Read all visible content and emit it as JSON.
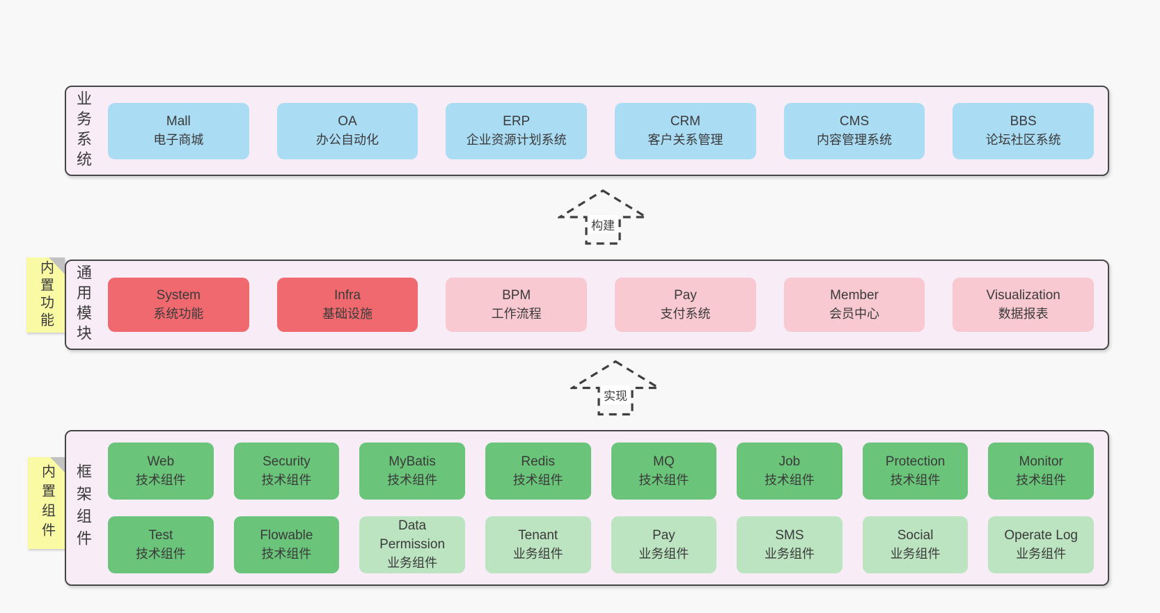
{
  "colors": {
    "pageBg": "#f8f8f8",
    "containerBg": "#f8edf6",
    "border": "#464646",
    "text": "#3a3a3a",
    "blue": "#aadcf4",
    "red": "#f0696e",
    "pink": "#f9c9d2",
    "green": "#6ac479",
    "lightgreen": "#bce4c0",
    "yellow": "#fafaa5",
    "fold": "#c2c2c2",
    "arrow": "#3f3f3f"
  },
  "arrows": [
    {
      "label": "构建"
    },
    {
      "label": "实现"
    }
  ],
  "layers": [
    {
      "label": "业务系统",
      "boxes": [
        {
          "name": "Mall",
          "desc": "电子商城"
        },
        {
          "name": "OA",
          "desc": "办公自动化"
        },
        {
          "name": "ERP",
          "desc": "企业资源计划系统"
        },
        {
          "name": "CRM",
          "desc": "客户关系管理"
        },
        {
          "name": "CMS",
          "desc": "内容管理系统"
        },
        {
          "name": "BBS",
          "desc": "论坛社区系统"
        }
      ]
    },
    {
      "label": "通用模块",
      "tag": "内置功能",
      "boxes": [
        {
          "name": "System",
          "desc": "系统功能"
        },
        {
          "name": "Infra",
          "desc": "基础设施"
        },
        {
          "name": "BPM",
          "desc": "工作流程"
        },
        {
          "name": "Pay",
          "desc": "支付系统"
        },
        {
          "name": "Member",
          "desc": "会员中心"
        },
        {
          "name": "Visualization",
          "desc": "数据报表"
        }
      ]
    },
    {
      "label": "框架组件",
      "tag": "内置组件",
      "rows": [
        [
          {
            "name": "Web",
            "desc": "技术组件"
          },
          {
            "name": "Security",
            "desc": "技术组件"
          },
          {
            "name": "MyBatis",
            "desc": "技术组件"
          },
          {
            "name": "Redis",
            "desc": "技术组件"
          },
          {
            "name": "MQ",
            "desc": "技术组件"
          },
          {
            "name": "Job",
            "desc": "技术组件"
          },
          {
            "name": "Protection",
            "desc": "技术组件"
          },
          {
            "name": "Monitor",
            "desc": "技术组件"
          }
        ],
        [
          {
            "name": "Test",
            "desc": "技术组件"
          },
          {
            "name": "Flowable",
            "desc": "技术组件"
          },
          {
            "name": "Data Permission",
            "desc": "业务组件"
          },
          {
            "name": "Tenant",
            "desc": "业务组件"
          },
          {
            "name": "Pay",
            "desc": "业务组件"
          },
          {
            "name": "SMS",
            "desc": "业务组件"
          },
          {
            "name": "Social",
            "desc": "业务组件"
          },
          {
            "name": "Operate Log",
            "desc": "业务组件"
          }
        ]
      ]
    }
  ]
}
